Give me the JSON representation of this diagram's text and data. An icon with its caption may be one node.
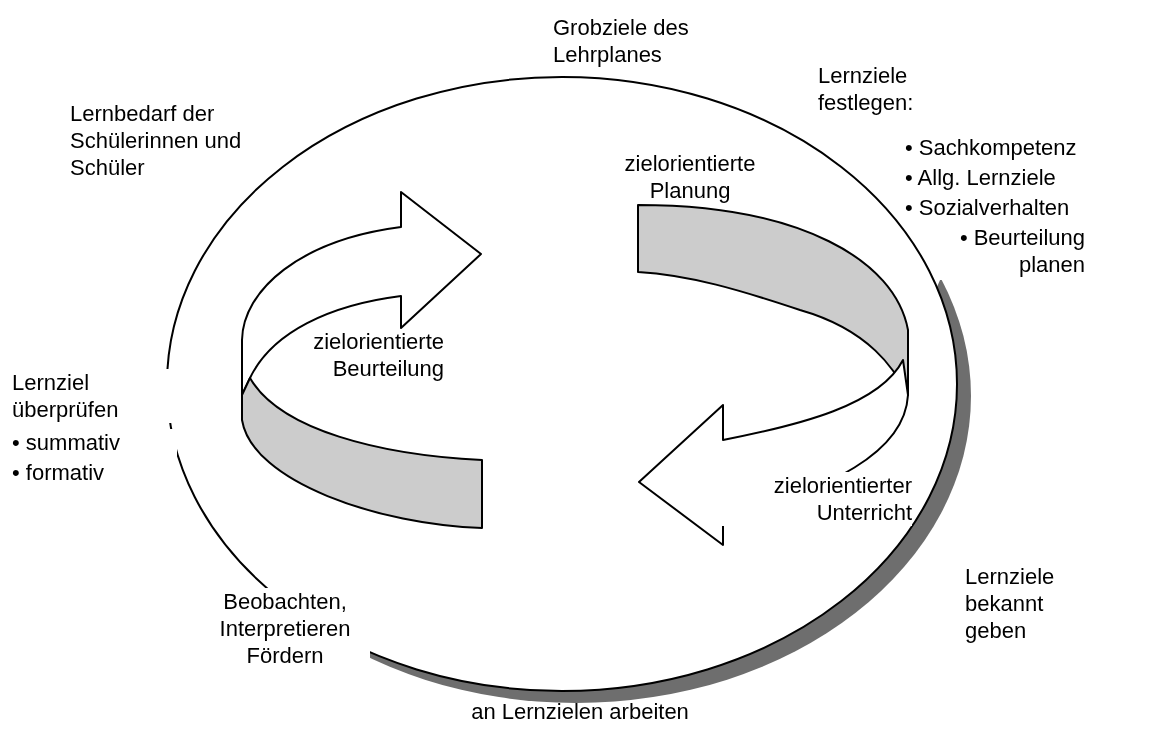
{
  "diagram": {
    "labels": [
      "Grobziele des Lehrplanes",
      "Lernziele festlegen:",
      "Lernbedarf der Schülerinnen und Schüler",
      "• Sachkompetenz",
      "• Allg. Lernziele",
      "• Sozialverhalten",
      "• Beurteilung planen",
      "zielorientierte Planung",
      "zielorientierte Beurteilung",
      "Lernziel überprüfen",
      "• summativ",
      "• formativ",
      "zielorientierter Unterricht",
      "Lernziele bekannt geben",
      "Beobachten, Interpretieren Fördern",
      "an Lernzielen arbeiten"
    ]
  }
}
